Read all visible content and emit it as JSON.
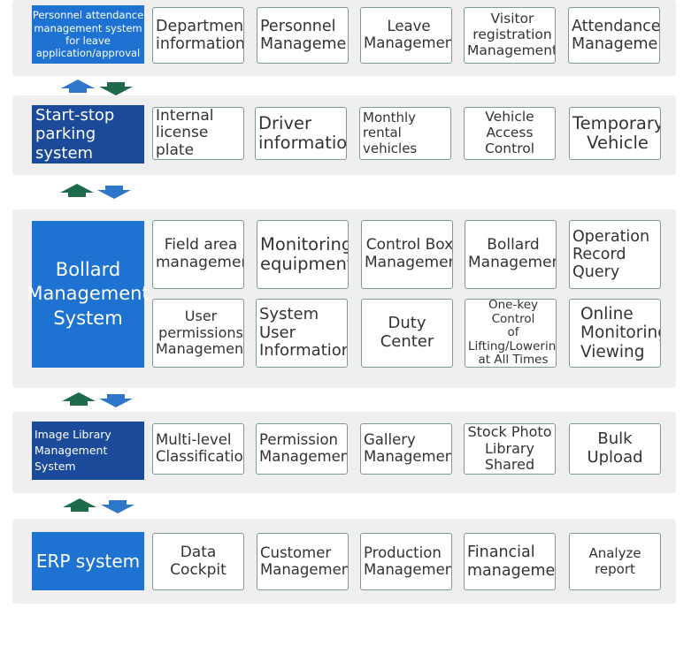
{
  "colors": {
    "band_bg": "#efefef",
    "system_blue": "#1e73d2",
    "system_dark_blue": "#1a4a99",
    "arrow_blue": "#2e76c9",
    "arrow_green": "#1d6b4a",
    "box_border": "#7f9a94"
  },
  "layers": [
    {
      "system": "Personnel attendance\nmanagement system\nfor leave\napplication/approval",
      "modules": [
        "Department\ninformation",
        "Personnel\nManagement",
        "Leave\nManagement",
        "Visitor\nregistration\nManagement",
        "Attendance\nManagement"
      ]
    },
    {
      "system": "Start-stop\nparking system",
      "modules": [
        "Internal\nlicense plate",
        "Driver\ninformation",
        "Monthly rental\nvehicles",
        "Vehicle Access\nControl",
        "Temporary\nVehicle"
      ]
    },
    {
      "system": "Bollard\nManagement\nSystem",
      "modules": [
        "Field area\nmanagement",
        "Monitoring\nequipment",
        "Control Box\nManagement",
        "Bollard\nManagement",
        "Operation\nRecord Query"
      ],
      "modules_row2": [
        "User\npermissions\nManagement",
        "System User\nInformation",
        "Duty Center",
        "One-key Control\nof\nLifting/Lowering\nat All Times",
        "Online\nMonitoring\nViewing"
      ]
    },
    {
      "system": "Image Library\nManagement System",
      "modules": [
        "Multi-level\nClassification",
        "Permission\nManagement",
        "Gallery\nManagement",
        "Stock Photo\nLibrary Shared",
        "Bulk Upload"
      ]
    },
    {
      "system": "ERP system",
      "modules": [
        "Data Cockpit",
        "Customer\nManagement",
        "Production\nManagement",
        "Financial\nmanagement",
        "Analyze report"
      ]
    }
  ]
}
